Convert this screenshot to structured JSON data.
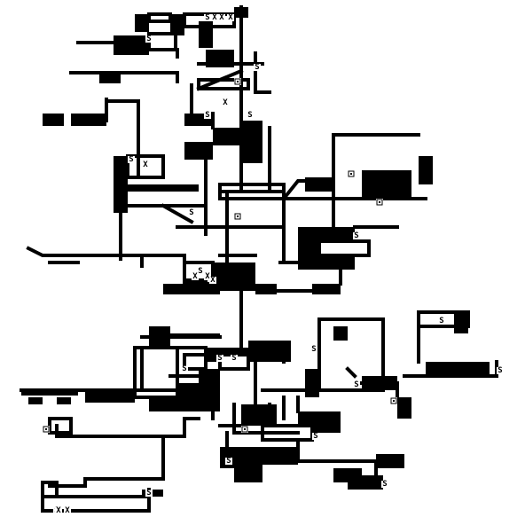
{
  "colors": {
    "background": "#ffffff",
    "wall": "#000000",
    "corridor": "#000000",
    "feature_glyph": "#000000",
    "feature_bg": "#ffffff"
  },
  "legend_icons": {
    "S": "stair-icon",
    "X": "trap-icon",
    "B": "box-icon"
  },
  "features": [
    {
      "glyph": "S",
      "kind": "stair"
    },
    {
      "glyph": "S",
      "kind": "stair"
    },
    {
      "glyph": "S",
      "kind": "stair"
    },
    {
      "glyph": "S",
      "kind": "stair"
    },
    {
      "glyph": "S",
      "kind": "stair"
    },
    {
      "glyph": "S",
      "kind": "stair"
    },
    {
      "glyph": "S",
      "kind": "stair"
    },
    {
      "glyph": "S",
      "kind": "stair"
    },
    {
      "glyph": "S",
      "kind": "stair"
    },
    {
      "glyph": "S",
      "kind": "stair"
    },
    {
      "glyph": "S",
      "kind": "stair"
    },
    {
      "glyph": "S",
      "kind": "stair"
    },
    {
      "glyph": "S",
      "kind": "stair"
    },
    {
      "glyph": "S",
      "kind": "stair"
    },
    {
      "glyph": "S",
      "kind": "stair"
    },
    {
      "glyph": "S",
      "kind": "stair"
    },
    {
      "glyph": "S",
      "kind": "stair"
    },
    {
      "glyph": "S",
      "kind": "stair"
    },
    {
      "glyph": "S",
      "kind": "stair"
    },
    {
      "glyph": "S",
      "kind": "stair"
    },
    {
      "glyph": "S",
      "kind": "stair"
    },
    {
      "glyph": "X",
      "kind": "trap"
    },
    {
      "glyph": "X",
      "kind": "trap"
    },
    {
      "glyph": "X",
      "kind": "trap"
    },
    {
      "glyph": "X",
      "kind": "trap"
    },
    {
      "glyph": "X",
      "kind": "trap"
    },
    {
      "glyph": "X",
      "kind": "trap"
    },
    {
      "glyph": "X",
      "kind": "trap"
    },
    {
      "glyph": "X",
      "kind": "trap"
    },
    {
      "glyph": "X",
      "kind": "trap"
    },
    {
      "glyph": "X",
      "kind": "trap"
    },
    {
      "glyph": "B",
      "kind": "box"
    },
    {
      "glyph": "B",
      "kind": "box"
    },
    {
      "glyph": "B",
      "kind": "box"
    },
    {
      "glyph": "B",
      "kind": "box"
    },
    {
      "glyph": "B",
      "kind": "box"
    },
    {
      "glyph": "B",
      "kind": "box"
    },
    {
      "glyph": "B",
      "kind": "box"
    }
  ]
}
